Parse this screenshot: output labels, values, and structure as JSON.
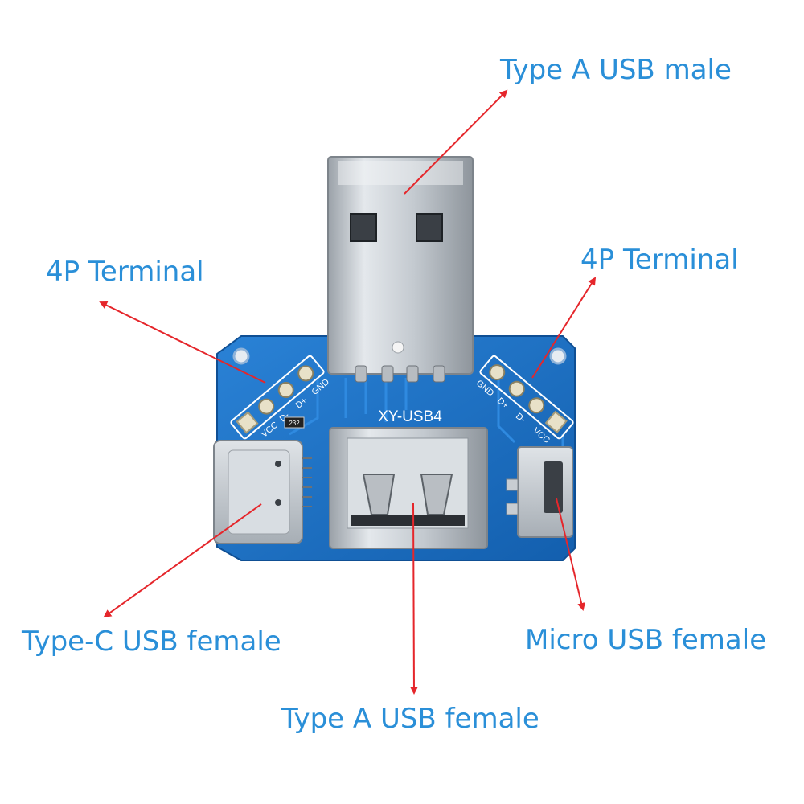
{
  "callouts": {
    "type_a_male": "Type A USB male",
    "terminal_left": "4P Terminal",
    "terminal_right": "4P Terminal",
    "type_c_female": "Type-C USB female",
    "micro_female": "Micro USB female",
    "type_a_female": "Type A USB female"
  },
  "board": {
    "model": "XY-USB4",
    "left_pins": [
      "VCC",
      "D-",
      "D+",
      "GND"
    ],
    "right_pins": [
      "VCC",
      "D-",
      "D+",
      "GND"
    ],
    "part_marking": "232"
  },
  "colors": {
    "label": "#2a8fd8",
    "arrow": "#e5262b",
    "pcb": "#1a6fc4",
    "metal": "#c8cdd2"
  }
}
